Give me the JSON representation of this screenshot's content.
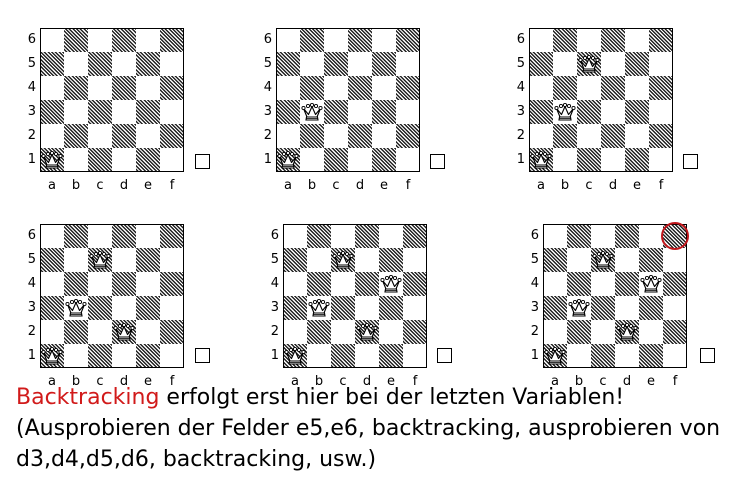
{
  "ranks": [
    "1",
    "2",
    "3",
    "4",
    "5",
    "6"
  ],
  "files": [
    "a",
    "b",
    "c",
    "d",
    "e",
    "f"
  ],
  "boards": [
    {
      "queens": [
        "a1"
      ]
    },
    {
      "queens": [
        "a1",
        "b3"
      ]
    },
    {
      "queens": [
        "a1",
        "b3",
        "c5"
      ]
    },
    {
      "queens": [
        "a1",
        "b3",
        "c5",
        "d2"
      ]
    },
    {
      "queens": [
        "a1",
        "b3",
        "c5",
        "d2",
        "e4"
      ]
    },
    {
      "queens": [
        "a1",
        "b3",
        "c5",
        "d2",
        "e4"
      ],
      "highlight": "f6"
    }
  ],
  "colors": {
    "highlight": "#c0161b",
    "keyword": "#d11a1a"
  },
  "caption": {
    "keyword": "Backtracking",
    "line1_rest": " erfolgt erst hier bei der letzten Variablen!",
    "line2": "(Ausprobieren der Felder e5,e6, backtracking, ausprobieren von",
    "line3": "d3,d4,d5,d6, backtracking, usw.)"
  }
}
